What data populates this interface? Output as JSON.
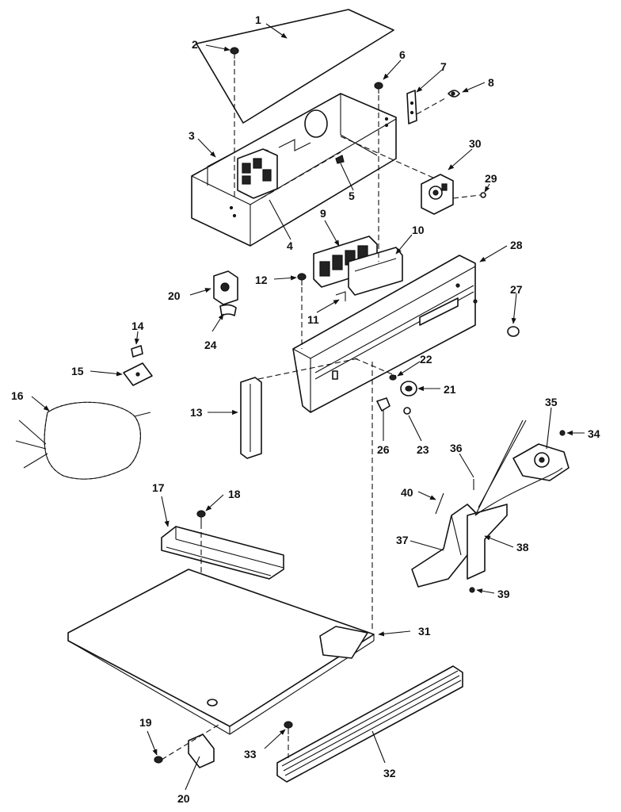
{
  "labels": {
    "l1": "1",
    "l2": "2",
    "l3": "3",
    "l4": "4",
    "l5": "5",
    "l6": "6",
    "l7": "7",
    "l8": "8",
    "l9": "9",
    "l10": "10",
    "l11": "11",
    "l12": "12",
    "l13": "13",
    "l14": "14",
    "l15": "15",
    "l16": "16",
    "l17": "17",
    "l18": "18",
    "l19": "19",
    "l20a": "20",
    "l20b": "20",
    "l21": "21",
    "l22": "22",
    "l23": "23",
    "l24": "24",
    "l26": "26",
    "l27": "27",
    "l28": "28",
    "l29": "29",
    "l30": "30",
    "l31": "31",
    "l32": "32",
    "l33": "33",
    "l34": "34",
    "l35": "35",
    "l36": "36",
    "l37": "37",
    "l38": "38",
    "l39": "39",
    "l40": "40"
  }
}
